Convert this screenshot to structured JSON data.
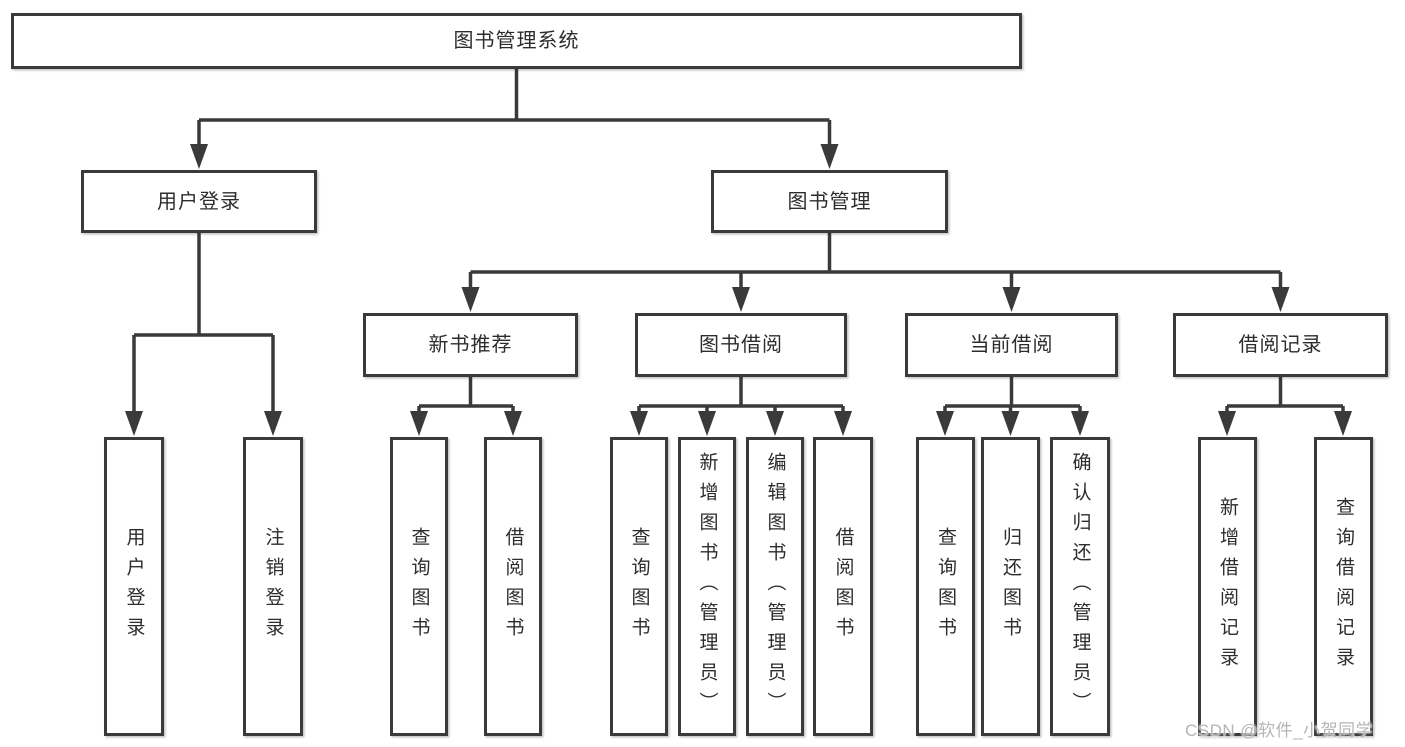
{
  "diagram": {
    "root": {
      "label": "图书管理系统"
    },
    "branches": [
      {
        "label": "用户登录",
        "children": [
          {
            "label": "用户登录"
          },
          {
            "label": "注销登录"
          }
        ]
      },
      {
        "label": "图书管理",
        "children": [
          {
            "label": "新书推荐",
            "children": [
              {
                "label": "查询图书"
              },
              {
                "label": "借阅图书"
              }
            ]
          },
          {
            "label": "图书借阅",
            "children": [
              {
                "label": "查询图书"
              },
              {
                "label": "新增图书（管理员）"
              },
              {
                "label": "编辑图书（管理员）"
              },
              {
                "label": "借阅图书"
              }
            ]
          },
          {
            "label": "当前借阅",
            "children": [
              {
                "label": "查询图书"
              },
              {
                "label": "归还图书"
              },
              {
                "label": "确认归还（管理员）"
              }
            ]
          },
          {
            "label": "借阅记录",
            "children": [
              {
                "label": "新增借阅记录"
              },
              {
                "label": "查询借阅记录"
              }
            ]
          }
        ]
      }
    ]
  },
  "watermark": {
    "text": "CSDN @软件_小贺同学"
  },
  "colors": {
    "line": "#3a3a3a",
    "border": "#3a3a3a",
    "text": "#2d2d2d",
    "watermark": "#b5b5b5",
    "background": "#ffffff"
  }
}
